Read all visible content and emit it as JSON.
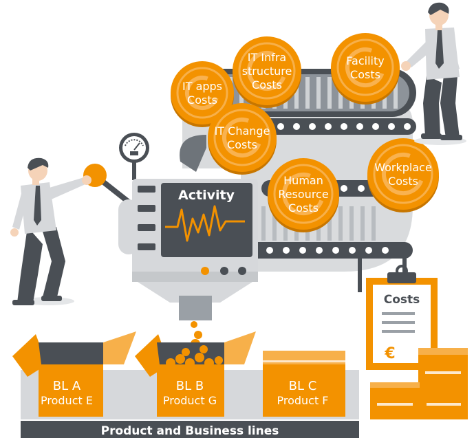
{
  "machine": {
    "screen_title": "Activity"
  },
  "coins": [
    {
      "id": "it-apps",
      "lines": [
        "IT apps",
        "Costs"
      ]
    },
    {
      "id": "it-infra",
      "lines": [
        "IT Infra",
        "structure",
        "Costs"
      ]
    },
    {
      "id": "facility",
      "lines": [
        "Facility",
        "Costs"
      ]
    },
    {
      "id": "it-change",
      "lines": [
        "IT Change",
        "Costs"
      ]
    },
    {
      "id": "human-resource",
      "lines": [
        "Human",
        "Resource",
        "Costs"
      ]
    },
    {
      "id": "workplace",
      "lines": [
        "Workplace",
        "Costs"
      ]
    }
  ],
  "boxes": [
    {
      "id": "bl-a",
      "line1": "BL A",
      "line2": "Product E"
    },
    {
      "id": "bl-b",
      "line1": "BL B",
      "line2": "Product G"
    },
    {
      "id": "bl-c",
      "line1": "BL C",
      "line2": "Product F"
    }
  ],
  "clipboard": {
    "title": "Costs",
    "currency": "€"
  },
  "footer": {
    "label": "Product and Business lines"
  },
  "colors": {
    "orange": "#f39200",
    "dark_gray": "#4a4f55",
    "mid_gray": "#9aa0a6",
    "light_gray": "#d6d8db"
  }
}
